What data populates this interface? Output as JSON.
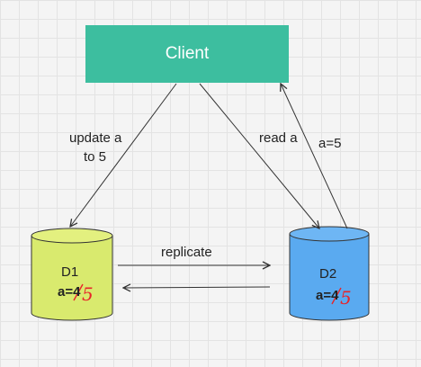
{
  "client": {
    "label": "Client",
    "color": "#3dbe9f"
  },
  "d1": {
    "label": "D1",
    "value_text": "a=4",
    "new_value": "5",
    "color": "#d9ea6e"
  },
  "d2": {
    "label": "D2",
    "value_text": "a=4",
    "new_value": "5",
    "color": "#5aaaf0"
  },
  "edges": {
    "update": {
      "line1": "update a",
      "line2": "to 5"
    },
    "read": "read a",
    "response": "a=5",
    "replicate": "replicate"
  },
  "colors": {
    "stroke": "#333333",
    "correction": "#e8252a"
  }
}
